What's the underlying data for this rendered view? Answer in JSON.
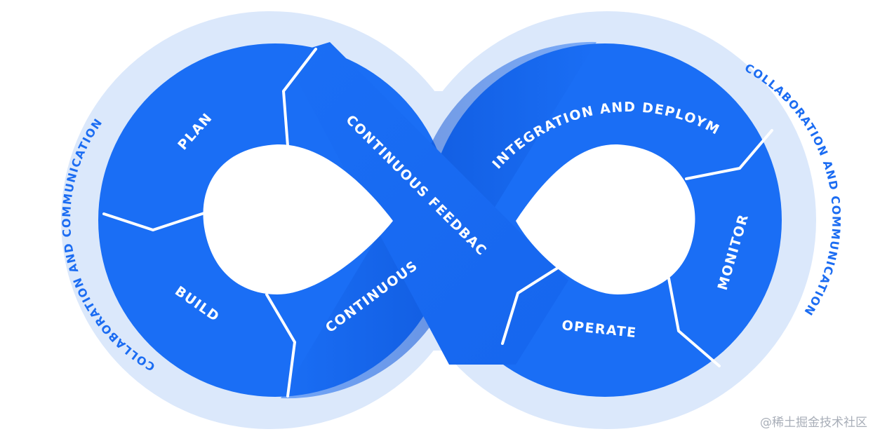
{
  "colors": {
    "outer_ring": "#dbe8fb",
    "segment_fill": "#1a6ef5",
    "segment_dark": "#0d54d6",
    "divider": "#ffffff",
    "ring_text": "#1b6cf2",
    "background": "#ffffff"
  },
  "ring_label_left": "COLLABORATION AND COMMUNICATION",
  "ring_label_right": "COLLABORATION AND COMMUNICATION",
  "segments": {
    "plan": "PLAN",
    "build": "BUILD",
    "continuous": "CONTINUOUS",
    "continuous_feedback": "CONTINUOUS FEEDBACK",
    "integration_deployment": "INTEGRATION AND DEPLOYMENT",
    "monitor": "MONITOR",
    "operate": "OPERATE"
  },
  "watermark": "@稀土掘金技术社区"
}
